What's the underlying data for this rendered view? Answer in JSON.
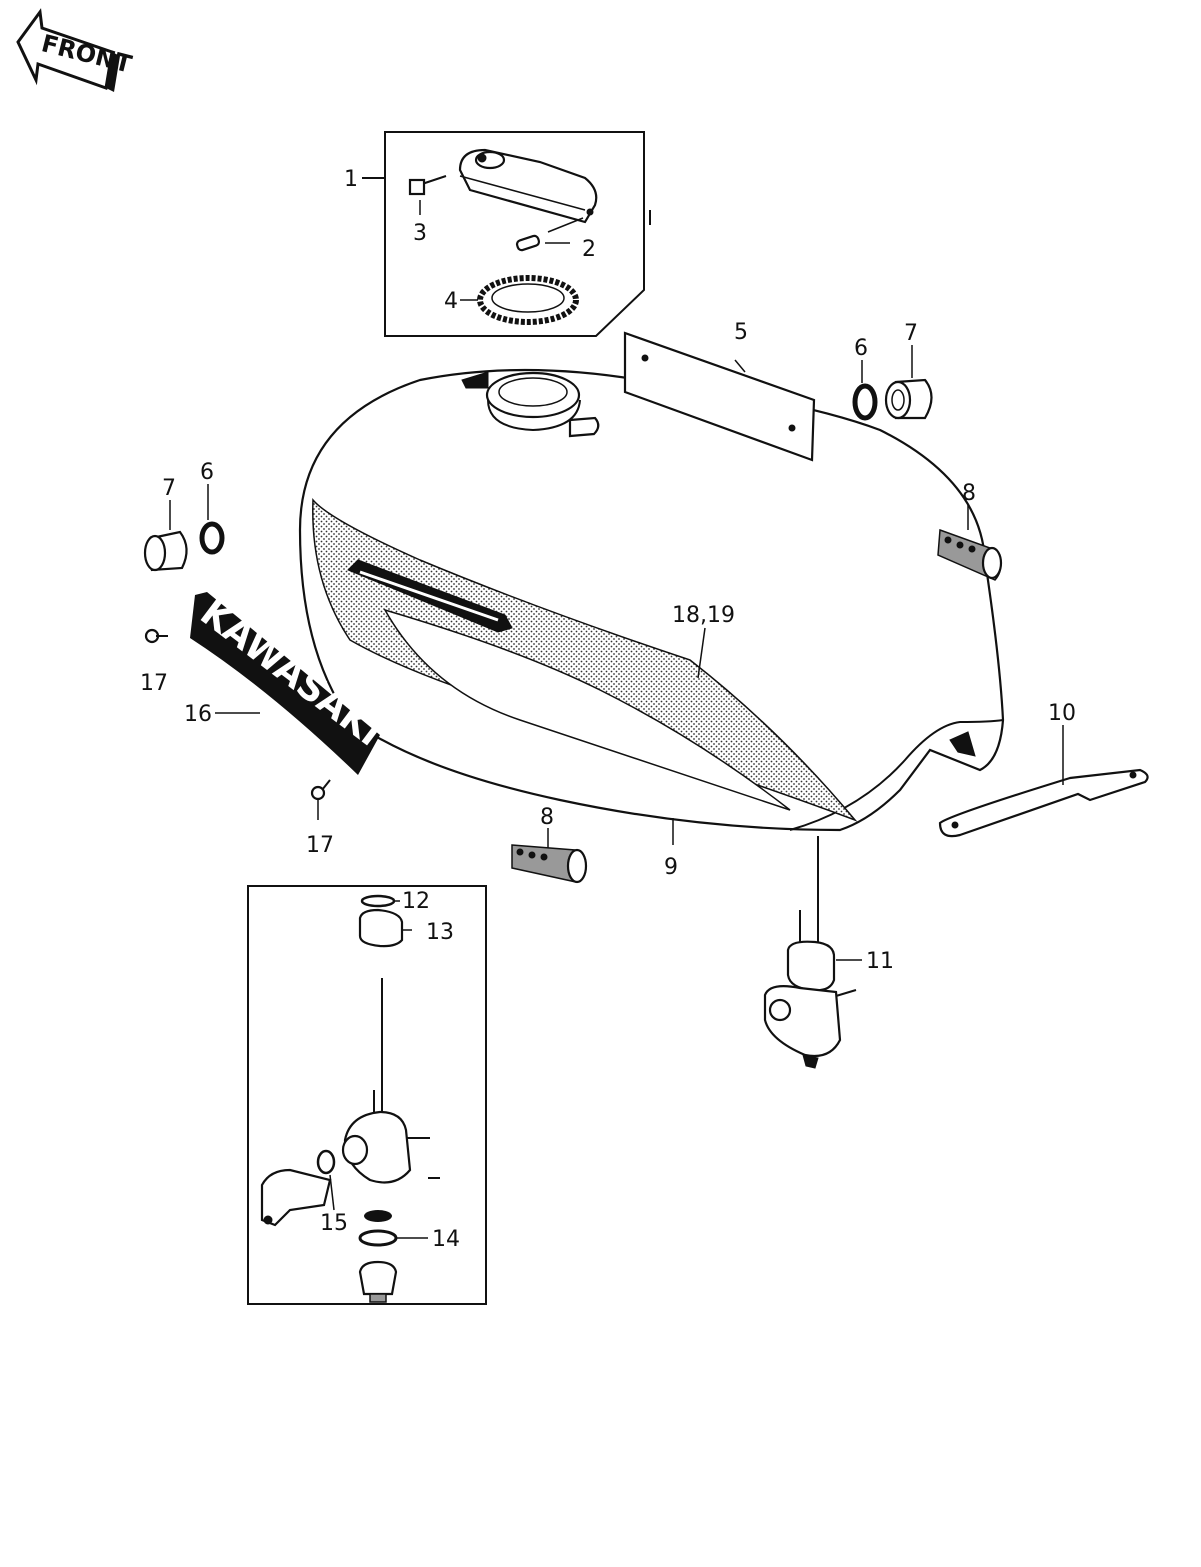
{
  "front_arrow": {
    "label": "FRONT"
  },
  "logo": {
    "text": "KAWASAKI"
  },
  "callouts": [
    {
      "id": "1",
      "label": "1"
    },
    {
      "id": "2",
      "label": "2"
    },
    {
      "id": "3",
      "label": "3"
    },
    {
      "id": "4",
      "label": "4"
    },
    {
      "id": "5",
      "label": "5"
    },
    {
      "id": "6a",
      "label": "6"
    },
    {
      "id": "7a",
      "label": "7"
    },
    {
      "id": "7b",
      "label": "7"
    },
    {
      "id": "6b",
      "label": "6"
    },
    {
      "id": "8a",
      "label": "8"
    },
    {
      "id": "18_19",
      "label": "18,19"
    },
    {
      "id": "17a",
      "label": "17"
    },
    {
      "id": "16",
      "label": "16"
    },
    {
      "id": "10",
      "label": "10"
    },
    {
      "id": "17b",
      "label": "17"
    },
    {
      "id": "8b",
      "label": "8"
    },
    {
      "id": "9",
      "label": "9"
    },
    {
      "id": "12",
      "label": "12"
    },
    {
      "id": "13",
      "label": "13"
    },
    {
      "id": "11",
      "label": "11"
    },
    {
      "id": "15",
      "label": "15"
    },
    {
      "id": "14",
      "label": "14"
    }
  ]
}
